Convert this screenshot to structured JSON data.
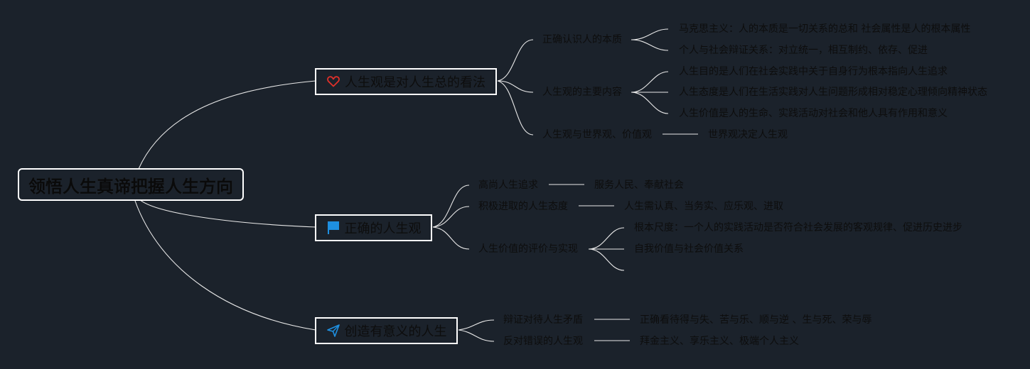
{
  "root": {
    "label": "领悟人生真谛把握人生方向"
  },
  "branches": [
    {
      "label": "人生观是对人生总的看法",
      "icon": "heart-icon",
      "icon_color": "#e0302a",
      "children": [
        {
          "label": "正确认识人的本质",
          "leaves": [
            "马克思主义：人的本质是一切关系的总和 社会属性是人的根本属性",
            "个人与社会辩证关系：对立统一，相互制约、依存、促进"
          ]
        },
        {
          "label": "人生观的主要内容",
          "leaves": [
            "人生目的是人们在社会实践中关于自身行为根本指向人生追求",
            "人生态度是人们在生活实践对人生问题形成相对稳定心理倾向精神状态",
            "人生价值是人的生命、实践活动对社会和他人具有作用和意义"
          ]
        },
        {
          "label": "人生观与世界观、价值观",
          "leaves": [
            "世界观决定人生观"
          ]
        }
      ]
    },
    {
      "label": "正确的人生观",
      "icon": "flag-icon",
      "icon_color": "#1e8fe0",
      "children": [
        {
          "label": "高尚人生追求",
          "leaves": [
            "服务人民、奉献社会"
          ]
        },
        {
          "label": "积极进取的人生态度",
          "leaves": [
            "人生需认真、当务实、应乐观、进取"
          ]
        },
        {
          "label": "人生价值的评价与实现",
          "leaves": [
            "根本尺度：一个人的实践活动是否符合社会发展的客观规律、促进历史进步",
            "自我价值与社会价值关系",
            ""
          ]
        }
      ]
    },
    {
      "label": "创造有意义的人生",
      "icon": "paper-plane-icon",
      "icon_color": "#1e8fe0",
      "children": [
        {
          "label": "辩证对待人生矛盾",
          "leaves": [
            "正确看待得与失、苦与乐、顺与逆 、生与死、荣与辱"
          ]
        },
        {
          "label": "反对错误的人生观",
          "leaves": [
            "拜金主义、享乐主义、极端个人主义"
          ]
        }
      ]
    }
  ]
}
